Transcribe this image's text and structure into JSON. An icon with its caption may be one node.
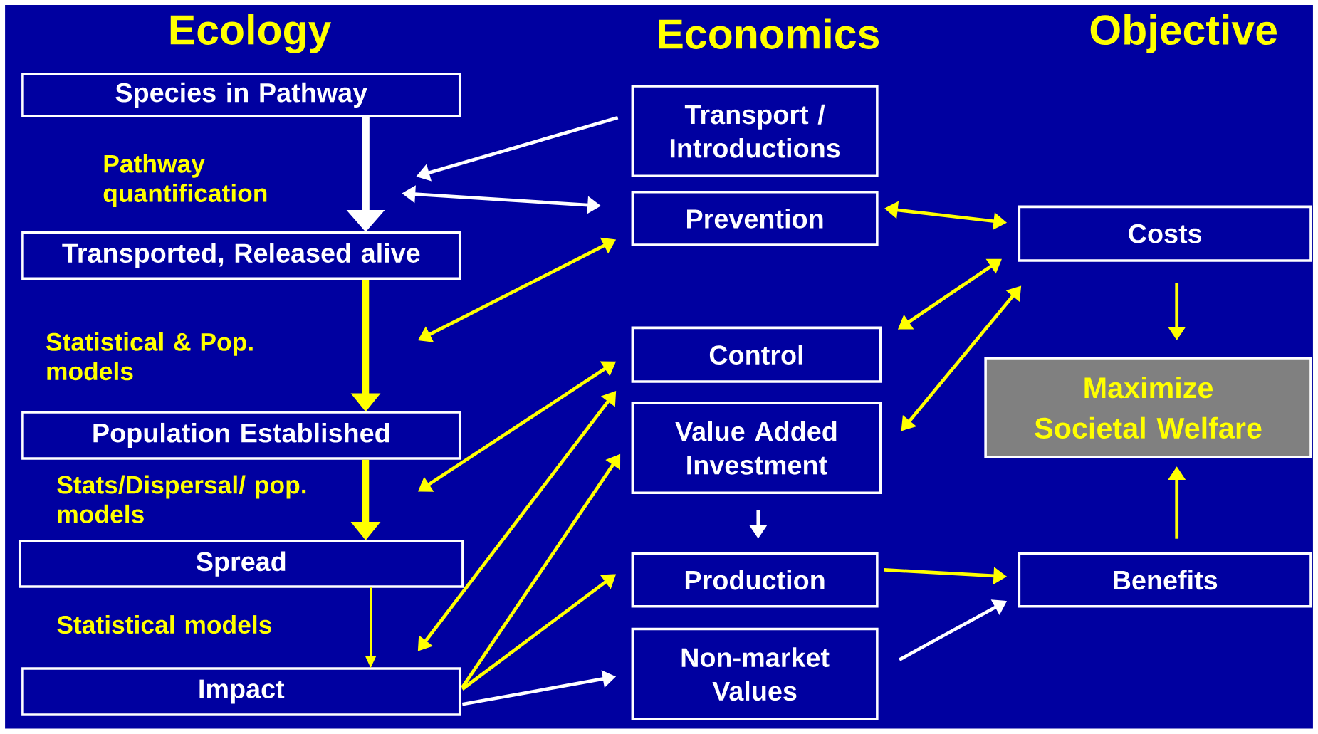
{
  "diagram": {
    "nodes": [
      {
        "text": [
          "Species in Pathway"
        ]
      },
      {
        "text": [
          "Transported, Released alive"
        ]
      },
      {
        "text": [
          "Population Established"
        ]
      },
      {
        "text": [
          "Spread"
        ]
      },
      {
        "text": [
          "Impact"
        ]
      },
      {
        "text": [
          "Transport / Introductions"
        ]
      },
      {
        "text": [
          "Prevention"
        ]
      },
      {
        "text": [
          "Control"
        ]
      },
      {
        "text": [
          "Value Added Investment"
        ]
      },
      {
        "text": [
          "Production"
        ]
      },
      {
        "text": [
          "Non-market Values"
        ]
      },
      {
        "text": [
          "Costs"
        ]
      },
      {
        "text": [
          "Maximize Societal Welfare"
        ]
      },
      {
        "text": [
          "Benefits"
        ]
      }
    ],
    "edges": [
      {
        "from": 0,
        "to": 1,
        "arrow": "to",
        "label": "Pathway quantification",
        "color": "#ffffff",
        "style": "thick"
      },
      {
        "from": 1,
        "to": 2,
        "arrow": "to",
        "label": "Statistical & Pop. models",
        "style": "thick"
      },
      {
        "from": 2,
        "to": 3,
        "arrow": "to",
        "label": "Stats/Dispersal/ pop. models",
        "style": "thick"
      },
      {
        "from": 3,
        "to": 4,
        "arrow": "to",
        "label": "Statistical models"
      },
      {
        "from": 5,
        "to": null,
        "arrow": "to",
        "color": "#ffffff"
      },
      {
        "from": null,
        "to": 6,
        "arrow": "both",
        "color": "#ffffff"
      },
      {
        "from": 6,
        "to": null,
        "arrow": "both"
      },
      {
        "from": 7,
        "to": null,
        "arrow": "both"
      },
      {
        "from": 8,
        "to": null,
        "arrow": "both"
      },
      {
        "from": 4,
        "to": 8,
        "arrow": "to"
      },
      {
        "from": 4,
        "to": 9,
        "arrow": "to"
      },
      {
        "from": 4,
        "to": 10,
        "arrow": "to",
        "color": "#ffffff"
      },
      {
        "from": 8,
        "to": 9,
        "arrow": "to",
        "color": "#ffffff"
      },
      {
        "from": 6,
        "to": 11,
        "arrow": "both"
      },
      {
        "from": 7,
        "to": 11,
        "arrow": "both"
      },
      {
        "from": 8,
        "to": 11,
        "arrow": "both"
      },
      {
        "from": 9,
        "to": 13,
        "arrow": "to"
      },
      {
        "from": 10,
        "to": 13,
        "arrow": "to",
        "color": "#ffffff"
      },
      {
        "from": 11,
        "to": 12,
        "arrow": "to"
      },
      {
        "from": 13,
        "to": 12,
        "arrow": "to"
      }
    ],
    "labels": [
      "Ecology",
      "Economics",
      "Objective"
    ]
  }
}
